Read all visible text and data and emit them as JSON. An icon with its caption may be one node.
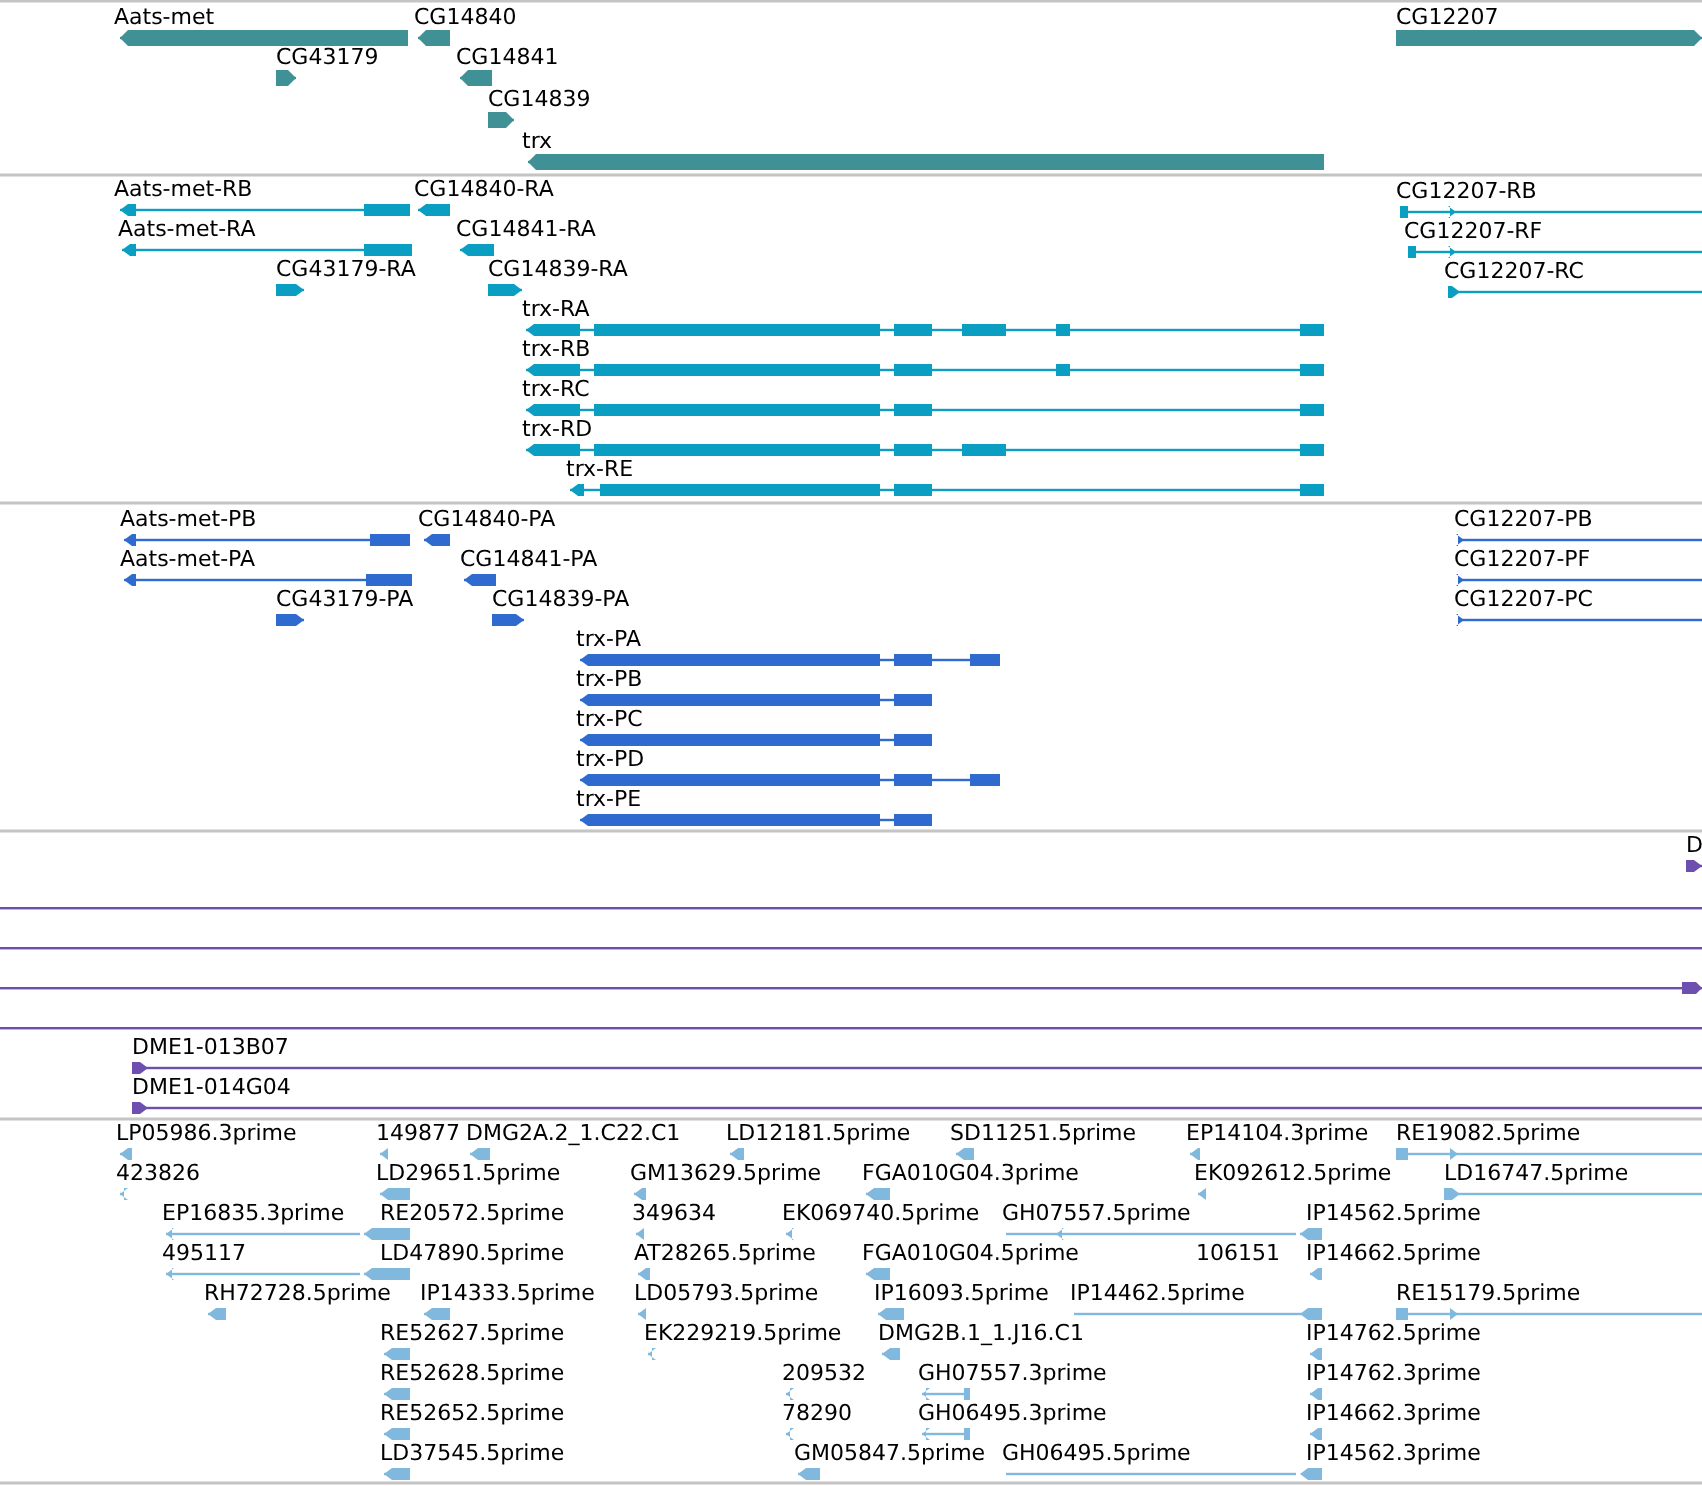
{
  "diagram": {
    "labels": [
      "Aats-met",
      "CG14840",
      "CG12207",
      "CG43179",
      "CG14841",
      "CG14839",
      "trx",
      "Aats-met-RB",
      "CG14840-RA",
      "CG12207-RB",
      "Aats-met-RA",
      "CG14841-RA",
      "CG12207-RF",
      "CG43179-RA",
      "CG14839-RA",
      "CG12207-RC",
      "trx-RA",
      "trx-RB",
      "trx-RC",
      "trx-RD",
      "trx-RE",
      "Aats-met-PB",
      "CG14840-PA",
      "CG12207-PB",
      "Aats-met-PA",
      "CG14841-PA",
      "CG12207-PF",
      "CG43179-PA",
      "CG14839-PA",
      "CG12207-PC",
      "trx-PA",
      "trx-PB",
      "trx-PC",
      "trx-PD",
      "trx-PE",
      "D",
      "DME1-013B07",
      "DME1-014G04",
      "LP05986.3prime",
      "149877",
      "DMG2A.2_1.C22.C1",
      "LD12181.5prime",
      "SD11251.5prime",
      "EP14104.3prime",
      "RE19082.5prime",
      "423826",
      "LD29651.5prime",
      "GM13629.5prime",
      "FGA010G04.3prime",
      "EK092612.5prime",
      "LD16747.5prime",
      "EP16835.3prime",
      "RE20572.5prime",
      "349634",
      "EK069740.5prime",
      "GH07557.5prime",
      "IP14562.5prime",
      "495117",
      "LD47890.5prime",
      "AT28265.5prime",
      "FGA010G04.5prime",
      "106151",
      "IP14662.5prime",
      "RH72728.5prime",
      "IP14333.5prime",
      "LD05793.5prime",
      "IP16093.5prime",
      "IP14462.5prime",
      "RE15179.5prime",
      "RE52627.5prime",
      "EK229219.5prime",
      "DMG2B.1_1.J16.C1",
      "IP14762.5prime",
      "RE52628.5prime",
      "209532",
      "GH07557.3prime",
      "IP14762.3prime",
      "RE52652.5prime",
      "78290",
      "GH06495.3prime",
      "IP14662.3prime",
      "LD37545.5prime",
      "GM05847.5prime",
      "GH06495.5prime",
      "IP14562.3prime"
    ]
  }
}
